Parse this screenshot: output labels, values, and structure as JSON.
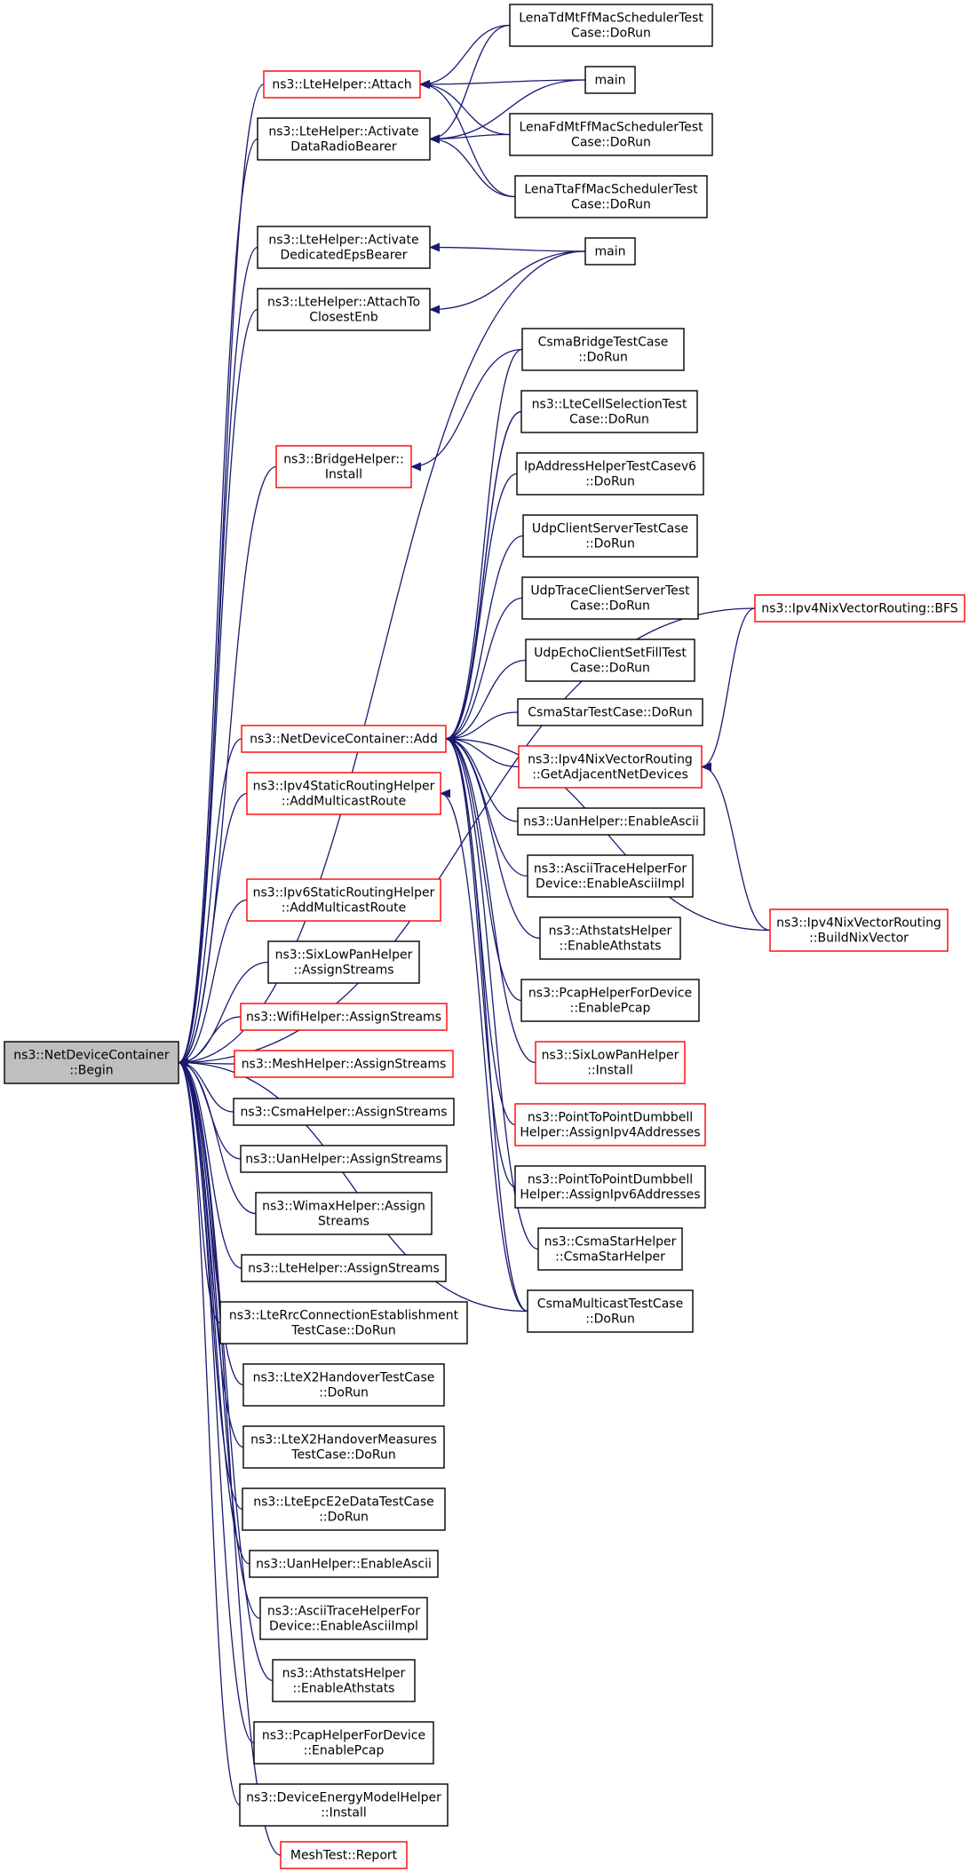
{
  "colors": {
    "edge": "#191970",
    "black_border": "#000000",
    "red_border": "#ff0000",
    "root_fill": "#bfbfbf"
  },
  "nodes": [
    {
      "id": "root",
      "lines": [
        "ns3::NetDeviceContainer",
        "::Begin"
      ],
      "style": "root"
    },
    {
      "id": "attach",
      "lines": [
        "ns3::LteHelper::Attach"
      ],
      "style": "red"
    },
    {
      "id": "actDRB",
      "lines": [
        "ns3::LteHelper::Activate",
        "DataRadioBearer"
      ],
      "style": "black"
    },
    {
      "id": "actDEB",
      "lines": [
        "ns3::LteHelper::Activate",
        "DedicatedEpsBearer"
      ],
      "style": "black"
    },
    {
      "id": "attachClosest",
      "lines": [
        "ns3::LteHelper::AttachTo",
        "ClosestEnb"
      ],
      "style": "black"
    },
    {
      "id": "bridge",
      "lines": [
        "ns3::BridgeHelper::",
        "Install"
      ],
      "style": "red"
    },
    {
      "id": "ndcAdd",
      "lines": [
        "ns3::NetDeviceContainer::Add"
      ],
      "style": "red"
    },
    {
      "id": "ipv4Static",
      "lines": [
        "ns3::Ipv4StaticRoutingHelper",
        "::AddMulticastRoute"
      ],
      "style": "red"
    },
    {
      "id": "ipv6Static",
      "lines": [
        "ns3::Ipv6StaticRoutingHelper",
        "::AddMulticastRoute"
      ],
      "style": "red"
    },
    {
      "id": "sixAssign",
      "lines": [
        "ns3::SixLowPanHelper",
        "::AssignStreams"
      ],
      "style": "black"
    },
    {
      "id": "wifiAssign",
      "lines": [
        "ns3::WifiHelper::AssignStreams"
      ],
      "style": "red"
    },
    {
      "id": "meshAssign",
      "lines": [
        "ns3::MeshHelper::AssignStreams"
      ],
      "style": "red"
    },
    {
      "id": "csmaAssign",
      "lines": [
        "ns3::CsmaHelper::AssignStreams"
      ],
      "style": "black"
    },
    {
      "id": "uanAssign",
      "lines": [
        "ns3::UanHelper::AssignStreams"
      ],
      "style": "black"
    },
    {
      "id": "wimaxAssign",
      "lines": [
        "ns3::WimaxHelper::Assign",
        "Streams"
      ],
      "style": "black"
    },
    {
      "id": "lteAssign",
      "lines": [
        "ns3::LteHelper::AssignStreams"
      ],
      "style": "black"
    },
    {
      "id": "lteRrc",
      "lines": [
        "ns3::LteRrcConnectionEstablishment",
        "TestCase::DoRun"
      ],
      "style": "black"
    },
    {
      "id": "lteX2",
      "lines": [
        "ns3::LteX2HandoverTestCase",
        "::DoRun"
      ],
      "style": "black"
    },
    {
      "id": "lteX2m",
      "lines": [
        "ns3::LteX2HandoverMeasures",
        "TestCase::DoRun"
      ],
      "style": "black"
    },
    {
      "id": "lteEpc",
      "lines": [
        "ns3::LteEpcE2eDataTestCase",
        "::DoRun"
      ],
      "style": "black"
    },
    {
      "id": "uanAscii1",
      "lines": [
        "ns3::UanHelper::EnableAscii"
      ],
      "style": "black"
    },
    {
      "id": "asciiTrace1",
      "lines": [
        "ns3::AsciiTraceHelperFor",
        "Device::EnableAsciiImpl"
      ],
      "style": "black"
    },
    {
      "id": "athstats1",
      "lines": [
        "ns3::AthstatsHelper",
        "::EnableAthstats"
      ],
      "style": "black"
    },
    {
      "id": "pcap1",
      "lines": [
        "ns3::PcapHelperForDevice",
        "::EnablePcap"
      ],
      "style": "black"
    },
    {
      "id": "energy",
      "lines": [
        "ns3::DeviceEnergyModelHelper",
        "::Install"
      ],
      "style": "black"
    },
    {
      "id": "meshReport",
      "lines": [
        "MeshTest::Report"
      ],
      "style": "red"
    },
    {
      "id": "lenaTd",
      "lines": [
        "LenaTdMtFfMacSchedulerTest",
        "Case::DoRun"
      ],
      "style": "black"
    },
    {
      "id": "main1",
      "lines": [
        "main"
      ],
      "style": "black"
    },
    {
      "id": "lenaFd",
      "lines": [
        "LenaFdMtFfMacSchedulerTest",
        "Case::DoRun"
      ],
      "style": "black"
    },
    {
      "id": "lenaTta",
      "lines": [
        "LenaTtaFfMacSchedulerTest",
        "Case::DoRun"
      ],
      "style": "black"
    },
    {
      "id": "main2",
      "lines": [
        "main"
      ],
      "style": "black"
    },
    {
      "id": "csmaBridge",
      "lines": [
        "CsmaBridgeTestCase",
        "::DoRun"
      ],
      "style": "black"
    },
    {
      "id": "lteCellSel",
      "lines": [
        "ns3::LteCellSelectionTest",
        "Case::DoRun"
      ],
      "style": "black"
    },
    {
      "id": "ipAddrV6",
      "lines": [
        "IpAddressHelperTestCasev6",
        "::DoRun"
      ],
      "style": "black"
    },
    {
      "id": "udpCS",
      "lines": [
        "UdpClientServerTestCase",
        "::DoRun"
      ],
      "style": "black"
    },
    {
      "id": "udpTrace",
      "lines": [
        "UdpTraceClientServerTest",
        "Case::DoRun"
      ],
      "style": "black"
    },
    {
      "id": "udpEcho",
      "lines": [
        "UdpEchoClientSetFillTest",
        "Case::DoRun"
      ],
      "style": "black"
    },
    {
      "id": "csmaStarTC",
      "lines": [
        "CsmaStarTestCase::DoRun"
      ],
      "style": "black"
    },
    {
      "id": "nixAdj",
      "lines": [
        "ns3::Ipv4NixVectorRouting",
        "::GetAdjacentNetDevices"
      ],
      "style": "red"
    },
    {
      "id": "uanAscii2",
      "lines": [
        "ns3::UanHelper::EnableAscii"
      ],
      "style": "black"
    },
    {
      "id": "asciiTrace2",
      "lines": [
        "ns3::AsciiTraceHelperFor",
        "Device::EnableAsciiImpl"
      ],
      "style": "black"
    },
    {
      "id": "athstats2",
      "lines": [
        "ns3::AthstatsHelper",
        "::EnableAthstats"
      ],
      "style": "black"
    },
    {
      "id": "pcap2",
      "lines": [
        "ns3::PcapHelperForDevice",
        "::EnablePcap"
      ],
      "style": "black"
    },
    {
      "id": "sixInstall",
      "lines": [
        "ns3::SixLowPanHelper",
        "::Install"
      ],
      "style": "red"
    },
    {
      "id": "p2pV4",
      "lines": [
        "ns3::PointToPointDumbbell",
        "Helper::AssignIpv4Addresses"
      ],
      "style": "red"
    },
    {
      "id": "p2pV6",
      "lines": [
        "ns3::PointToPointDumbbell",
        "Helper::AssignIpv6Addresses"
      ],
      "style": "black"
    },
    {
      "id": "csmaStarH",
      "lines": [
        "ns3::CsmaStarHelper",
        "::CsmaStarHelper"
      ],
      "style": "black"
    },
    {
      "id": "csmaMulti",
      "lines": [
        "CsmaMulticastTestCase",
        "::DoRun"
      ],
      "style": "black"
    },
    {
      "id": "nixBFS",
      "lines": [
        "ns3::Ipv4NixVectorRouting::BFS"
      ],
      "style": "red"
    },
    {
      "id": "nixBuild",
      "lines": [
        "ns3::Ipv4NixVectorRouting",
        "::BuildNixVector"
      ],
      "style": "red"
    }
  ],
  "edges": [
    [
      "root",
      "attach"
    ],
    [
      "root",
      "actDRB"
    ],
    [
      "root",
      "actDEB"
    ],
    [
      "root",
      "attachClosest"
    ],
    [
      "root",
      "bridge"
    ],
    [
      "root",
      "ndcAdd"
    ],
    [
      "root",
      "ipv4Static"
    ],
    [
      "root",
      "ipv6Static"
    ],
    [
      "root",
      "sixAssign"
    ],
    [
      "root",
      "wifiAssign"
    ],
    [
      "root",
      "meshAssign"
    ],
    [
      "root",
      "csmaAssign"
    ],
    [
      "root",
      "uanAssign"
    ],
    [
      "root",
      "wimaxAssign"
    ],
    [
      "root",
      "lteAssign"
    ],
    [
      "root",
      "lteRrc"
    ],
    [
      "root",
      "lteX2"
    ],
    [
      "root",
      "lteX2m"
    ],
    [
      "root",
      "lteEpc"
    ],
    [
      "root",
      "uanAscii1"
    ],
    [
      "root",
      "asciiTrace1"
    ],
    [
      "root",
      "athstats1"
    ],
    [
      "root",
      "pcap1"
    ],
    [
      "root",
      "energy"
    ],
    [
      "root",
      "meshReport"
    ],
    [
      "root",
      "main2"
    ],
    [
      "root",
      "nixBFS"
    ],
    [
      "root",
      "csmaMulti"
    ],
    [
      "attach",
      "lenaTd"
    ],
    [
      "attach",
      "main1"
    ],
    [
      "attach",
      "lenaFd"
    ],
    [
      "attach",
      "lenaTta"
    ],
    [
      "actDRB",
      "lenaTd"
    ],
    [
      "actDRB",
      "main1"
    ],
    [
      "actDRB",
      "lenaFd"
    ],
    [
      "actDRB",
      "lenaTta"
    ],
    [
      "actDEB",
      "main2"
    ],
    [
      "attachClosest",
      "main2"
    ],
    [
      "bridge",
      "csmaBridge"
    ],
    [
      "ndcAdd",
      "csmaBridge"
    ],
    [
      "ndcAdd",
      "lteCellSel"
    ],
    [
      "ndcAdd",
      "ipAddrV6"
    ],
    [
      "ndcAdd",
      "udpCS"
    ],
    [
      "ndcAdd",
      "udpTrace"
    ],
    [
      "ndcAdd",
      "udpEcho"
    ],
    [
      "ndcAdd",
      "csmaStarTC"
    ],
    [
      "ndcAdd",
      "nixAdj"
    ],
    [
      "ndcAdd",
      "uanAscii2"
    ],
    [
      "ndcAdd",
      "asciiTrace2"
    ],
    [
      "ndcAdd",
      "athstats2"
    ],
    [
      "ndcAdd",
      "pcap2"
    ],
    [
      "ndcAdd",
      "sixInstall"
    ],
    [
      "ndcAdd",
      "p2pV4"
    ],
    [
      "ndcAdd",
      "p2pV6"
    ],
    [
      "ndcAdd",
      "csmaStarH"
    ],
    [
      "ndcAdd",
      "csmaMulti"
    ],
    [
      "ndcAdd",
      "lteCellSel"
    ],
    [
      "ipv4Static",
      "csmaMulti"
    ],
    [
      "nixAdj",
      "nixBFS"
    ],
    [
      "nixAdj",
      "nixBuild"
    ],
    [
      "ndcAdd",
      "nixBuild"
    ]
  ]
}
